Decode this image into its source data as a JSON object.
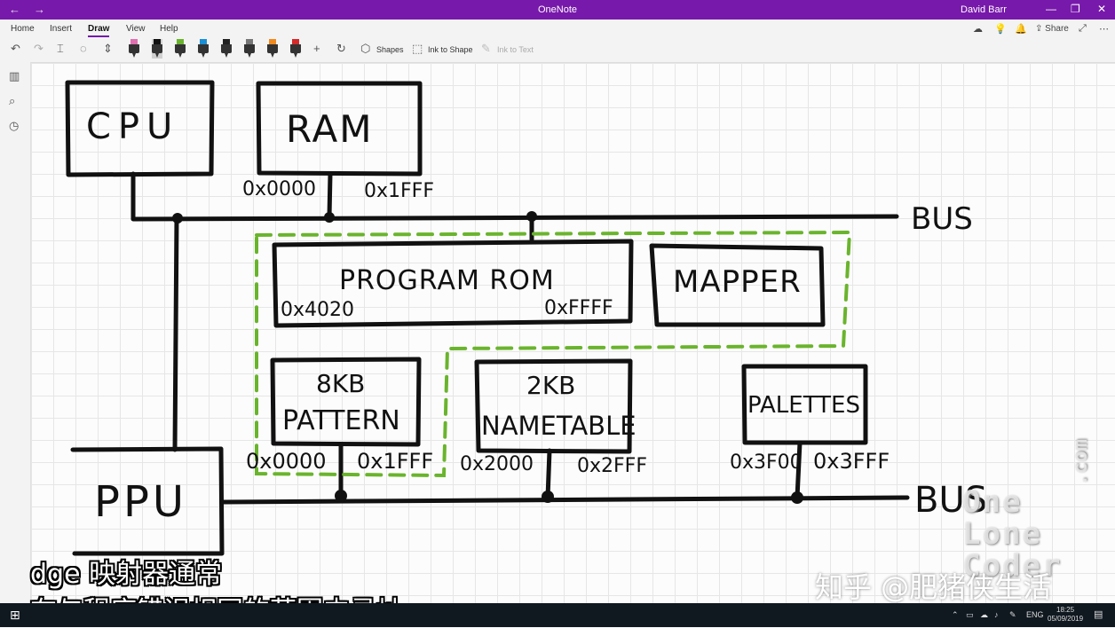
{
  "window": {
    "title": "OneNote",
    "user": "David Barr",
    "back_glyph": "←",
    "forward_glyph": "→",
    "minimize_glyph": "—",
    "maximize_glyph": "❐",
    "close_glyph": "✕"
  },
  "ribbon": {
    "tabs": [
      "Home",
      "Insert",
      "Draw",
      "View",
      "Help"
    ],
    "active_tab": "Draw",
    "share_label": "Share",
    "shapes_label": "Shapes",
    "ink_to_shape_label": "Ink to Shape",
    "ink_to_text_label": "Ink to Text"
  },
  "pens": [
    {
      "color": "#e070b0"
    },
    {
      "color": "#111111"
    },
    {
      "color": "#6ab42d"
    },
    {
      "color": "#1a8fd6"
    },
    {
      "color": "#222222"
    },
    {
      "color": "#777777"
    },
    {
      "color": "#f08a1e"
    },
    {
      "color": "#d42a2a"
    }
  ],
  "diagram": {
    "cpu": "CPU",
    "ram": "RAM",
    "ram_start": "0x0000",
    "ram_end": "0x1FFF",
    "bus_top": "BUS",
    "program_rom": "PROGRAM ROM",
    "rom_start": "0x4020",
    "rom_end": "0xFFFF",
    "mapper": "MAPPER",
    "pattern_line1": "8KB",
    "pattern_line2": "PATTERN",
    "pattern_start": "0x0000",
    "pattern_end": "0x1FFF",
    "nametable_line1": "2KB",
    "nametable_line2": "NAMETABLE",
    "nametable_start": "0x2000",
    "nametable_end": "0x2FFF",
    "palettes": "PALETTES",
    "palettes_start": "0x3F00",
    "palettes_end": "0x3FFF",
    "ppu": "PPU",
    "bus_bottom": "BUS",
    "ink_color": "#111111",
    "cartridge_color": "#6ab42d"
  },
  "overlay": {
    "subtitle_line1": "dge 映射器通常",
    "subtitle_line2": "在与程序错误相同的范围内寻址,",
    "watermark": "知乎 @肥猪侠生活",
    "brand_line1": "One",
    "brand_line2": "Lone",
    "brand_line3": "Coder",
    "brand_suffix": ".com"
  },
  "taskbar": {
    "language": "ENG",
    "time": "18:25",
    "date": "05/09/2019"
  }
}
